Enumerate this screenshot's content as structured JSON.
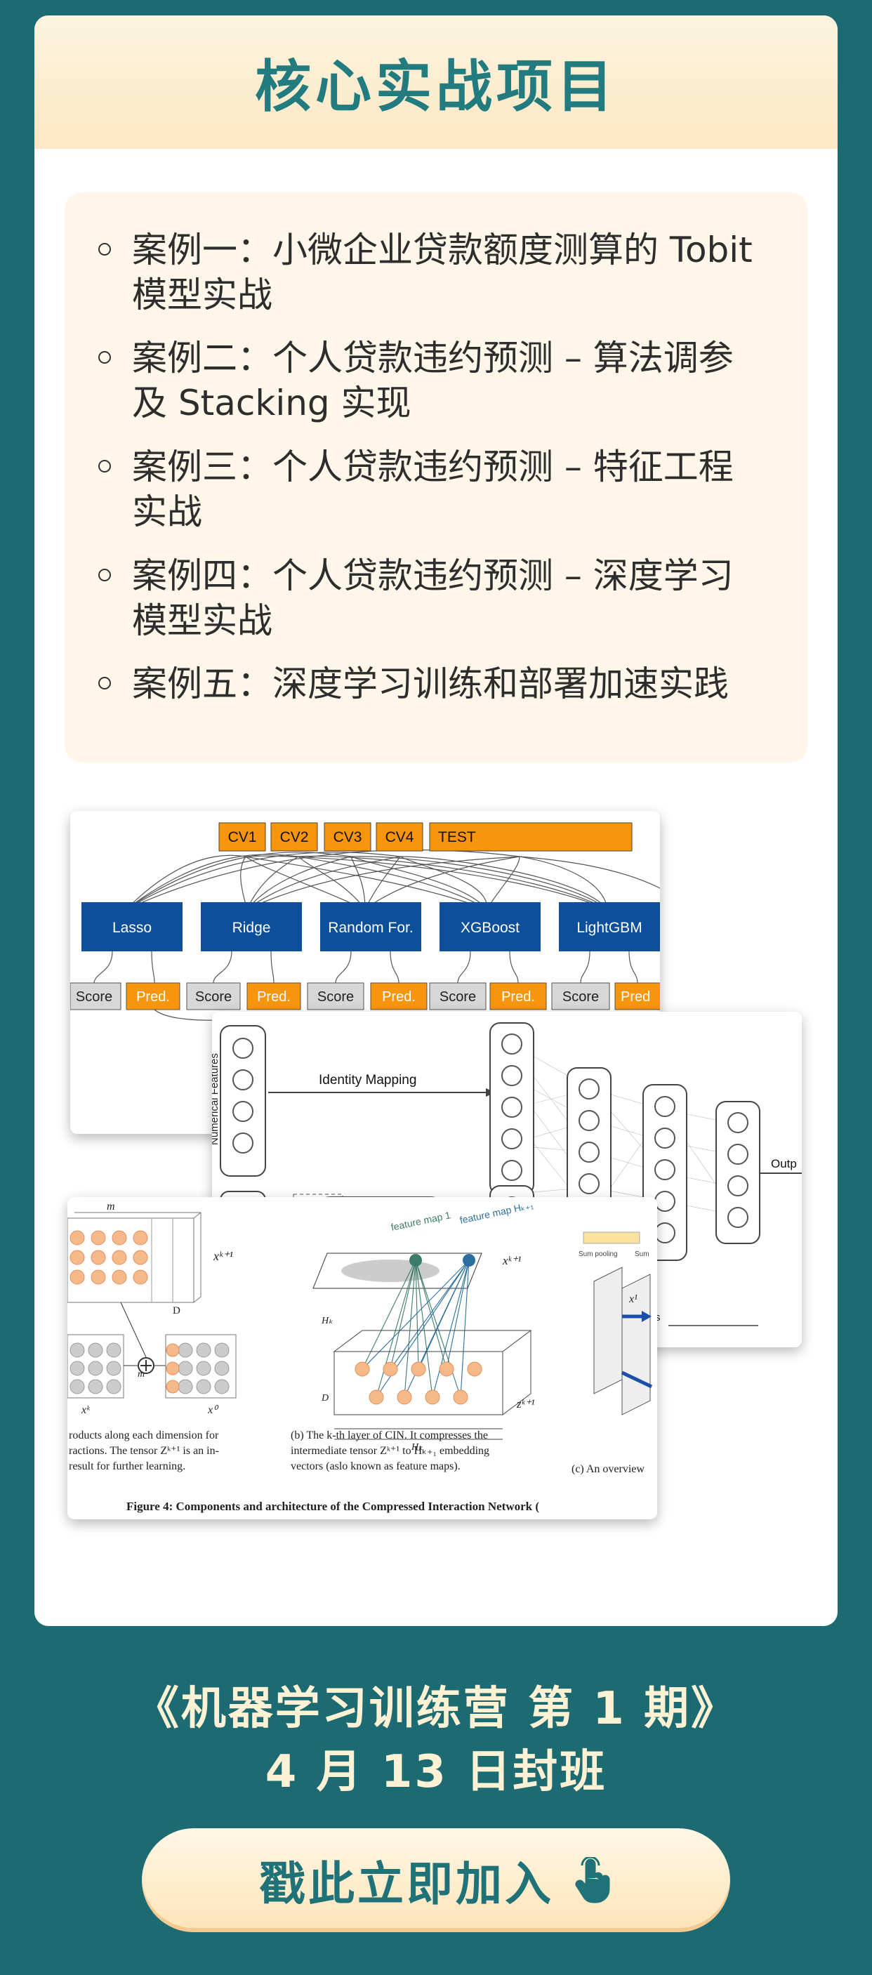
{
  "card": {
    "title": "核心实战项目",
    "cases": [
      {
        "line1": "案例一：小微企业贷款额度测算的 Tobit",
        "line2": "模型实战"
      },
      {
        "line1": "案例二：个人贷款违约预测 – 算法调参",
        "line2": "及 Stacking 实现"
      },
      {
        "line1": "案例三：个人贷款违约预测 – 特征工程",
        "line2": "实战"
      },
      {
        "line1": "案例四：个人贷款违约预测 – 深度学习",
        "line2": "模型实战"
      },
      {
        "line1": "案例五：深度学习训练和部署加速实践",
        "line2": ""
      }
    ]
  },
  "stacking_figure": {
    "folds": [
      "CV1",
      "CV2",
      "CV3",
      "CV4",
      "TEST"
    ],
    "models": [
      "Lasso",
      "Ridge",
      "Random For.",
      "XGBoost",
      "LightGBM"
    ],
    "score_label": "Score",
    "pred_label": "Pred.",
    "pred_partial": "Pred"
  },
  "nn_figure": {
    "side_label": "Numerical Features",
    "arrow_label": "Identity Mapping",
    "output_partial": "Outp",
    "small_text": "rs"
  },
  "cin_figure": {
    "caption_a_1": "roducts along each dimension for",
    "caption_a_2": "ractions. The tensor Zᵏ⁺¹ is an in-",
    "caption_a_3": "result for further learning.",
    "caption_b_1": "(b) The k-th layer of CIN. It compresses the",
    "caption_b_2": "intermediate tensor Zᵏ⁺¹ to Hₖ₊₁ embedding",
    "caption_b_3": "vectors (aslo known as feature maps).",
    "caption_c": "(c) An overview",
    "figure_caption": "Figure 4: Components and architecture of the Compressed Interaction Network (",
    "fmap1": "feature map 1",
    "fmap2": "feature map Hₖ₊₁",
    "xk1": "xᵏ⁺¹",
    "xk": "xᵏ",
    "x0": "x⁰",
    "zk1": "zᵏ⁺¹",
    "sum1": "Sum pooling",
    "sum2": "Sum",
    "m_label": "m",
    "d_label": "D",
    "h_label": "Hₖ",
    "x1": "x¹"
  },
  "footer": {
    "line1": "《机器学习训练营 第 1 期》",
    "line2": "4 月 13 日封班",
    "join_button": "戳此立即加入"
  },
  "colors": {
    "background": "#1d6b72",
    "title": "#227b7f",
    "fold_orange": "#f7950d",
    "model_blue": "#0d4f9a",
    "node_orange": "#f5b98a"
  },
  "icons": {
    "bullet": "hollow-circle",
    "join": "tap-hand-icon"
  }
}
